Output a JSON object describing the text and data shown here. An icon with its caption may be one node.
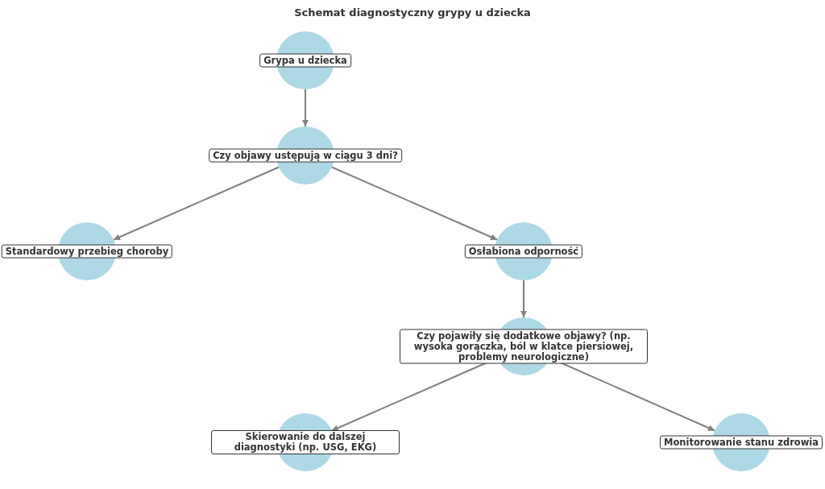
{
  "diagram": {
    "title": "Schemat diagnostyczny grypy u dziecka",
    "nodes": [
      {
        "text": [
          "Grypa u dziecka"
        ]
      },
      {
        "text": [
          "Czy objawy ustępują w ciągu 3 dni?"
        ]
      },
      {
        "text": [
          "Standardowy przebieg choroby"
        ]
      },
      {
        "text": [
          "Osłabiona odporność"
        ]
      },
      {
        "text": [
          "Czy pojawiły się dodatkowe objawy? (np. wysoka gorączka, ból w klatce piersiowej, problemy neurologiczne)"
        ]
      },
      {
        "text": [
          "Skierowanie do dalszej diagnostyki (np. USG, EKG)"
        ]
      },
      {
        "text": [
          "Monitorowanie stanu zdrowia"
        ]
      }
    ],
    "edges": [
      {
        "from": 0,
        "to": 1,
        "arrow": "to"
      },
      {
        "from": 1,
        "to": 2,
        "arrow": "to"
      },
      {
        "from": 1,
        "to": 3,
        "arrow": "to"
      },
      {
        "from": 3,
        "to": 4,
        "arrow": "to"
      },
      {
        "from": 4,
        "to": 5,
        "arrow": "to"
      },
      {
        "from": 4,
        "to": 6,
        "arrow": "to"
      }
    ]
  }
}
